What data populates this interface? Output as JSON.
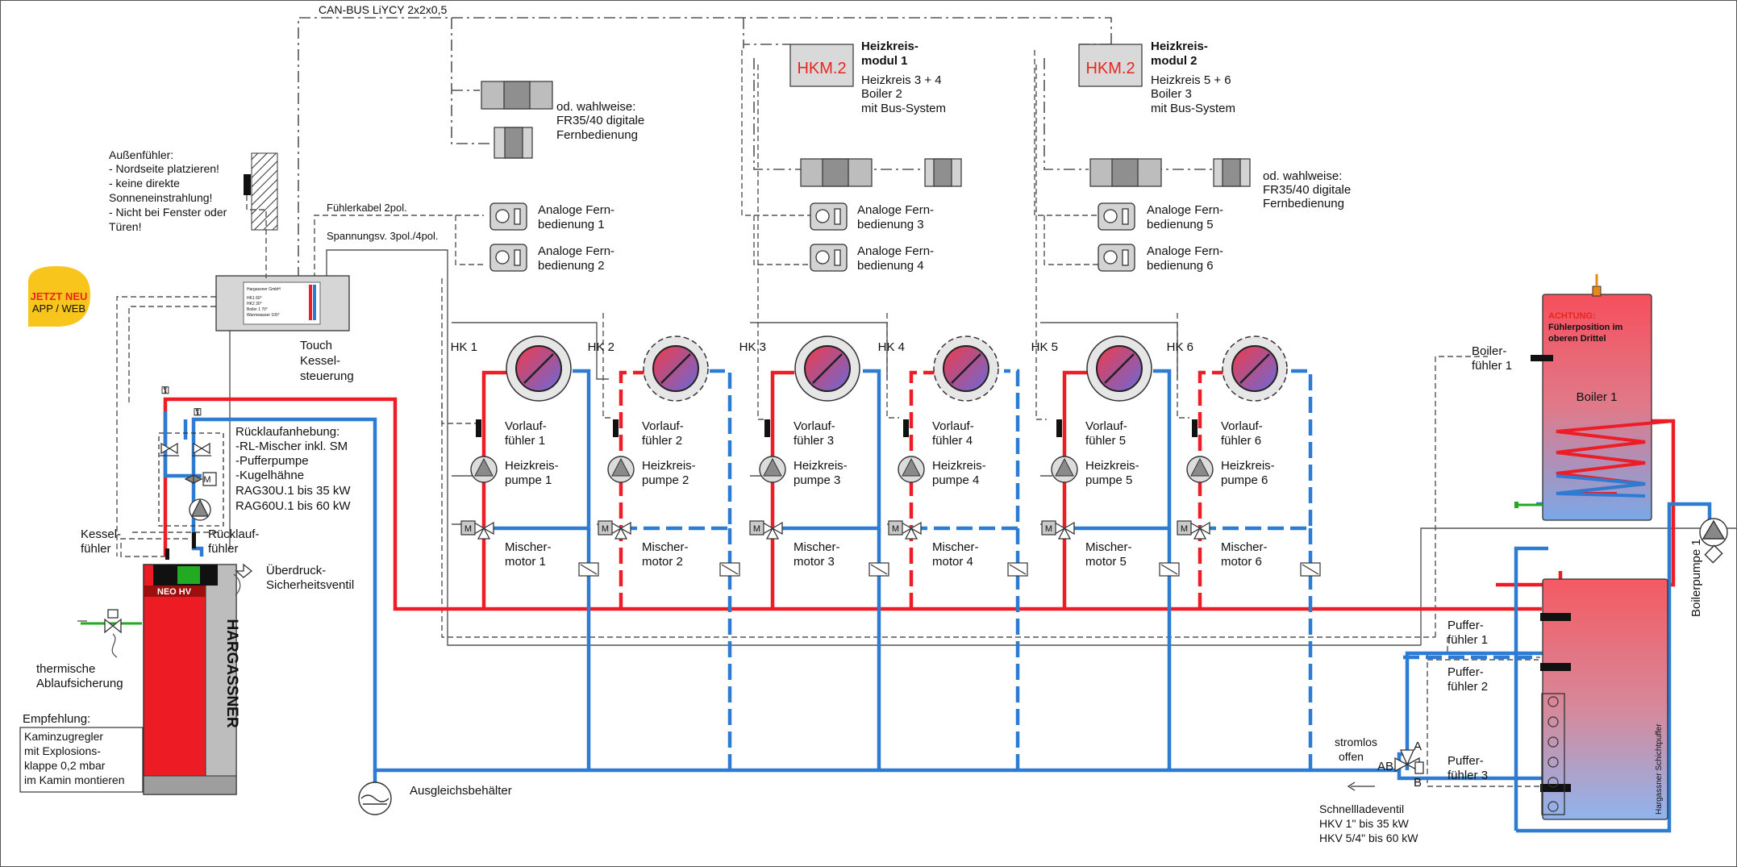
{
  "colors": {
    "supply": "#ee1c25",
    "return": "#2e7bd4",
    "bus": "#5a5a5a",
    "boiler_body": "#ed1c24",
    "green": "#22aa22"
  },
  "bus_label": "CAN-BUS LiYCY 2x2x0,5",
  "remote_digital_top": [
    "od. wahlweise:",
    "FR35/40 digitale",
    "Fernbedienung"
  ],
  "remote_digital_2": [
    "od. wahlweise:",
    "FR35/40 digitale",
    "Fernbedienung"
  ],
  "modules": [
    {
      "box": "HKM.2",
      "title": [
        "Heizkreis-",
        "modul 1"
      ],
      "desc": [
        "Heizkreis 3 + 4",
        "Boiler 2",
        "mit Bus-System"
      ]
    },
    {
      "box": "HKM.2",
      "title": [
        "Heizkreis-",
        "modul 2"
      ],
      "desc": [
        "Heizkreis 5 + 6",
        "Boiler 3",
        "mit Bus-System"
      ]
    }
  ],
  "outdoor_sensor": [
    "Außenfühler:",
    "- Nordseite platzieren!",
    "- keine direkte",
    "  Sonneneinstrahlung!",
    "- Nicht bei Fenster oder",
    "  Türen!"
  ],
  "cable_label_1": "Fühlerkabel 2pol.",
  "cable_label_2": "Spannungsv. 3pol./4pol.",
  "analog_remotes": [
    [
      "Analoge Fern-",
      "bedienung 1"
    ],
    [
      "Analoge Fern-",
      "bedienung 2"
    ],
    [
      "Analoge Fern-",
      "bedienung 3"
    ],
    [
      "Analoge Fern-",
      "bedienung 4"
    ],
    [
      "Analoge Fern-",
      "bedienung 5"
    ],
    [
      "Analoge Fern-",
      "bedienung 6"
    ]
  ],
  "app_badge": [
    "JETZT NEU",
    "APP / WEB"
  ],
  "touch_label": [
    "Touch",
    "Kessel-",
    "steuerung"
  ],
  "touch_screen": [
    "Hargassner GmbH",
    "HK1      60°",
    "HK2      30°",
    "Boiler 1   70°",
    "Warmwasser  100°"
  ],
  "return_boost": [
    "Rücklaufanhebung:",
    "-RL-Mischer inkl. SM",
    "-Pufferpumpe",
    "-Kugelhähne",
    "RAG30U.1 bis 35 kW",
    "RAG60U.1 bis 60 kW"
  ],
  "kessel_sensor": [
    "Kessel-",
    "fühler"
  ],
  "return_sensor": [
    "Rücklauf-",
    "fühler"
  ],
  "safety_valve": [
    "Überdruck-",
    "Sicherheitsventil"
  ],
  "thermal": [
    "thermische",
    "Ablaufsicherung"
  ],
  "recommendation": {
    "title": "Empfehlung:",
    "lines": [
      "Kaminzugregler",
      "mit Explosions-",
      "klappe 0,2 mbar",
      "im Kamin montieren"
    ]
  },
  "boiler_brand": "NEO HV",
  "boiler_vertical": "HARGASSNER",
  "circuits": [
    {
      "hk": "HK 1",
      "vl": [
        "Vorlauf-",
        "fühler 1"
      ],
      "pump": [
        "Heizkreis-",
        "pumpe 1"
      ],
      "mix": [
        "Mischer-",
        "motor 1"
      ]
    },
    {
      "hk": "HK 2",
      "vl": [
        "Vorlauf-",
        "fühler 2"
      ],
      "pump": [
        "Heizkreis-",
        "pumpe 2"
      ],
      "mix": [
        "Mischer-",
        "motor 2"
      ]
    },
    {
      "hk": "HK 3",
      "vl": [
        "Vorlauf-",
        "fühler 3"
      ],
      "pump": [
        "Heizkreis-",
        "pumpe 3"
      ],
      "mix": [
        "Mischer-",
        "motor 3"
      ]
    },
    {
      "hk": "HK 4",
      "vl": [
        "Vorlauf-",
        "fühler 4"
      ],
      "pump": [
        "Heizkreis-",
        "pumpe 4"
      ],
      "mix": [
        "Mischer-",
        "motor 4"
      ]
    },
    {
      "hk": "HK 5",
      "vl": [
        "Vorlauf-",
        "fühler 5"
      ],
      "pump": [
        "Heizkreis-",
        "pumpe 5"
      ],
      "mix": [
        "Mischer-",
        "motor 5"
      ]
    },
    {
      "hk": "HK 6",
      "vl": [
        "Vorlauf-",
        "fühler 6"
      ],
      "pump": [
        "Heizkreis-",
        "pumpe 6"
      ],
      "mix": [
        "Mischer-",
        "motor 6"
      ]
    }
  ],
  "motor_symbol": "M",
  "expansion": "Ausgleichsbehälter",
  "boiler_note": [
    "ACHTUNG:",
    "Fühlerposition im",
    "oberen Drittel"
  ],
  "boiler_label": "Boiler 1",
  "boiler_sensor": [
    "Boiler-",
    "fühler 1"
  ],
  "boiler_pump": "Boilerpumpe 1",
  "buffer_sensors": [
    [
      "Puffer-",
      "fühler 1"
    ],
    [
      "Puffer-",
      "fühler 2"
    ],
    [
      "Puffer-",
      "fühler 3"
    ]
  ],
  "buffer_vertical": "Hargassner Schichtpuffer",
  "valve_note": [
    "stromlos",
    "offen"
  ],
  "valve_ports": {
    "a": "A",
    "ab": "AB",
    "b": "B"
  },
  "quick_valve": [
    "Schnellladeventil",
    "HKV 1\" bis 35 kW",
    "HKV 5/4\" bis 60 kW"
  ]
}
